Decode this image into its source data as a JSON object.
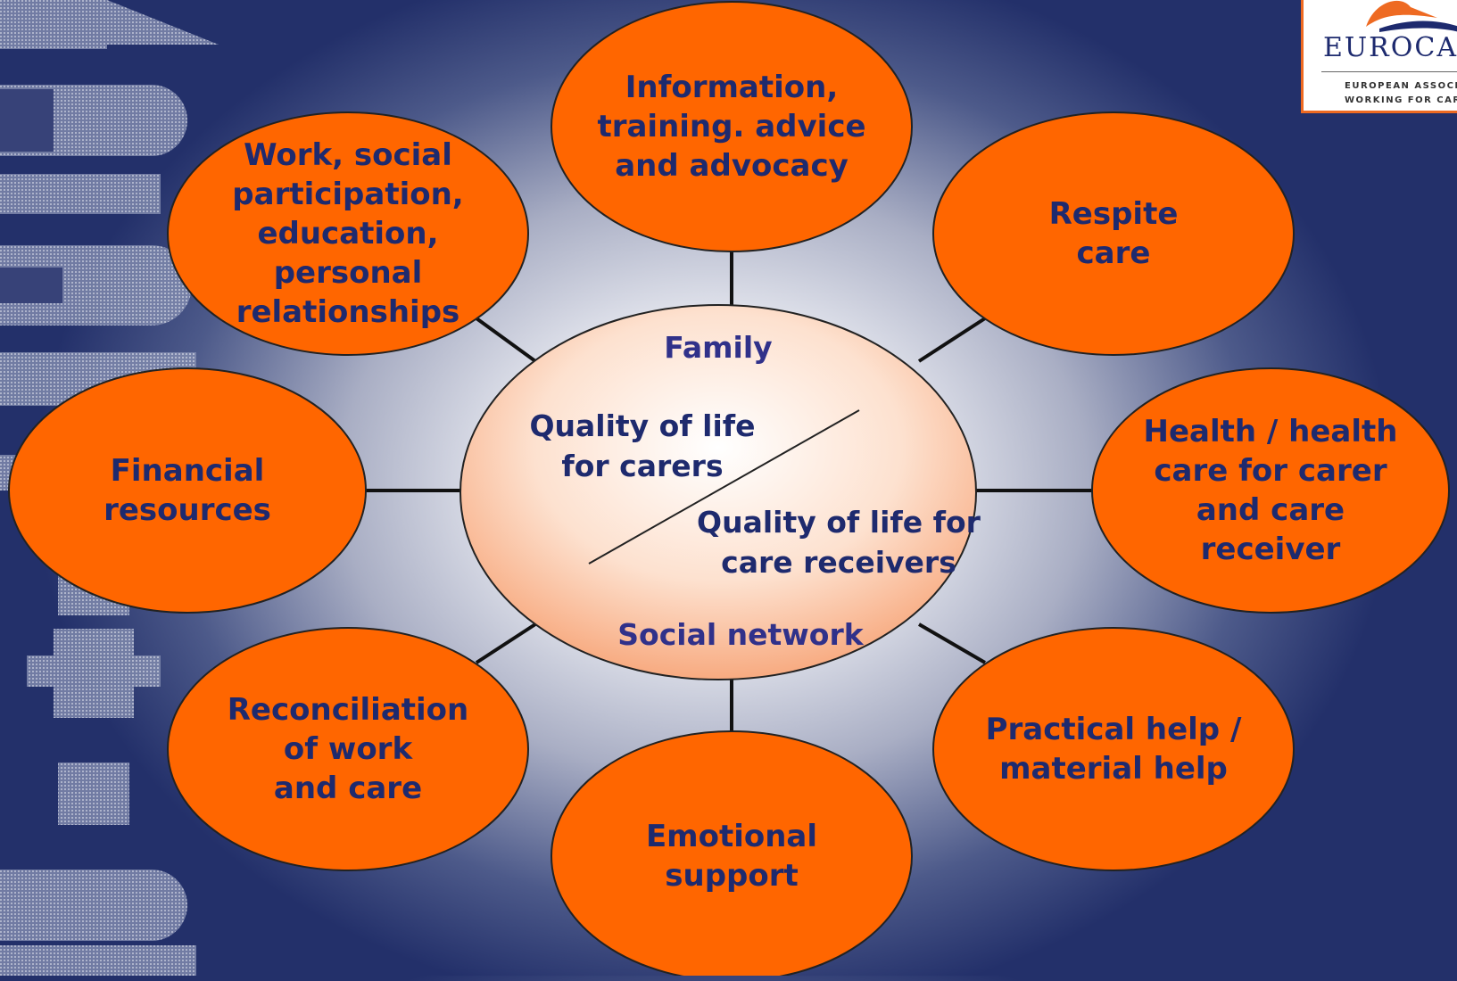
{
  "hub": {
    "top": "Family",
    "upper": "Quality of life\nfor carers",
    "lower": "Quality of life for\ncare receivers",
    "bottom": "Social network"
  },
  "nodes": [
    {
      "id": "information",
      "label": "Information,\ntraining. advice\nand advocacy"
    },
    {
      "id": "respite",
      "label": "Respite\ncare"
    },
    {
      "id": "health",
      "label": "Health / health\ncare for carer\nand care\nreceiver"
    },
    {
      "id": "practical",
      "label": "Practical help /\nmaterial help"
    },
    {
      "id": "emotional",
      "label": "Emotional\nsupport"
    },
    {
      "id": "reconciliation",
      "label": "Reconciliation\nof work\nand care"
    },
    {
      "id": "financial",
      "label": "Financial\nresources"
    },
    {
      "id": "work-social",
      "label": "Work, social\nparticipation,\neducation,\npersonal\nrelationships"
    }
  ],
  "logo": {
    "word": "EUROCARERS",
    "line1": "EUROPEAN ASSOCIATION",
    "line2": "WORKING FOR CARERS"
  },
  "colors": {
    "node_fill": "#ff6600",
    "text": "#1e2a6e",
    "background_dark": "#23306a"
  }
}
